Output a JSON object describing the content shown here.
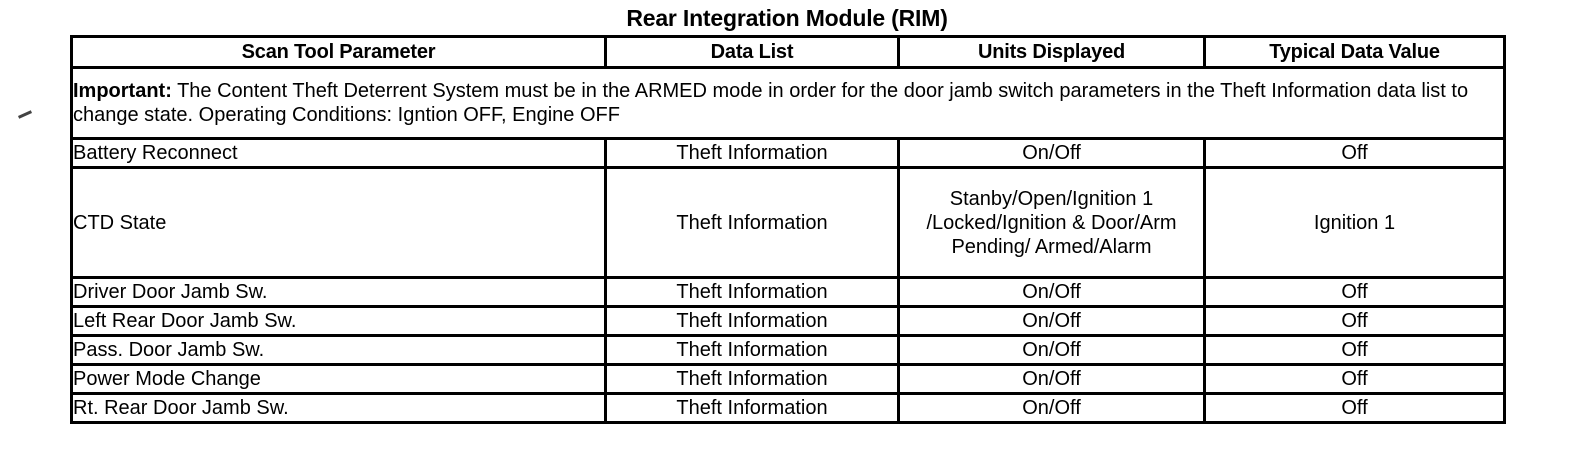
{
  "document": {
    "title": "Rear Integration Module (RIM)"
  },
  "table": {
    "headers": [
      "Scan Tool Parameter",
      "Data List",
      "Units Displayed",
      "Typical Data Value"
    ],
    "note": {
      "label": "Important:",
      "text": " The Content Theft Deterrent System must be in the ARMED mode in order for the door jamb switch parameters in the Theft Information data list to change state. Operating Conditions: Igntion OFF, Engine OFF"
    },
    "rows": [
      {
        "parameter": "Battery Reconnect",
        "data_list": "Theft Information",
        "units": "On/Off",
        "value": "Off"
      },
      {
        "parameter": "CTD State",
        "data_list": "Theft Information",
        "units": "Stanby/Open/Ignition 1 /Locked/Ignition & Door/Arm Pending/ Armed/Alarm",
        "value": "Ignition 1"
      },
      {
        "parameter": "Driver Door Jamb Sw.",
        "data_list": "Theft Information",
        "units": "On/Off",
        "value": "Off"
      },
      {
        "parameter": "Left Rear Door Jamb Sw.",
        "data_list": "Theft Information",
        "units": "On/Off",
        "value": "Off"
      },
      {
        "parameter": "Pass. Door Jamb Sw.",
        "data_list": "Theft Information",
        "units": "On/Off",
        "value": "Off"
      },
      {
        "parameter": "Power Mode Change",
        "data_list": "Theft Information",
        "units": "On/Off",
        "value": "Off"
      },
      {
        "parameter": "Rt. Rear Door Jamb Sw.",
        "data_list": "Theft Information",
        "units": "On/Off",
        "value": "Off"
      }
    ]
  },
  "colors": {
    "ink": "#000000",
    "paper": "#ffffff"
  }
}
